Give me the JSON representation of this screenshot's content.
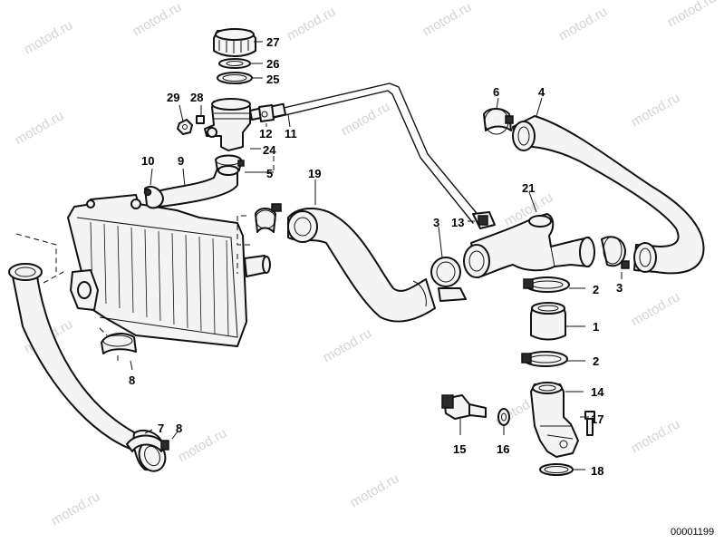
{
  "watermark": "motod.ru",
  "catalog_number": "00001199",
  "callouts": {
    "c1": "1",
    "c2a": "2",
    "c2b": "2",
    "c3a": "3",
    "c3b": "3",
    "c4": "4",
    "c5": "5",
    "c6": "6",
    "c7": "7",
    "c8a": "8",
    "c8b": "8",
    "c9": "9",
    "c10": "10",
    "c11": "11",
    "c12": "12",
    "c13": "13",
    "c14": "14",
    "c15": "15",
    "c16": "16",
    "c17": "17",
    "c18": "18",
    "c19": "19",
    "c21": "21",
    "c24": "24",
    "c25": "25",
    "c26": "26",
    "c27": "27",
    "c28": "28",
    "c29": "29"
  }
}
